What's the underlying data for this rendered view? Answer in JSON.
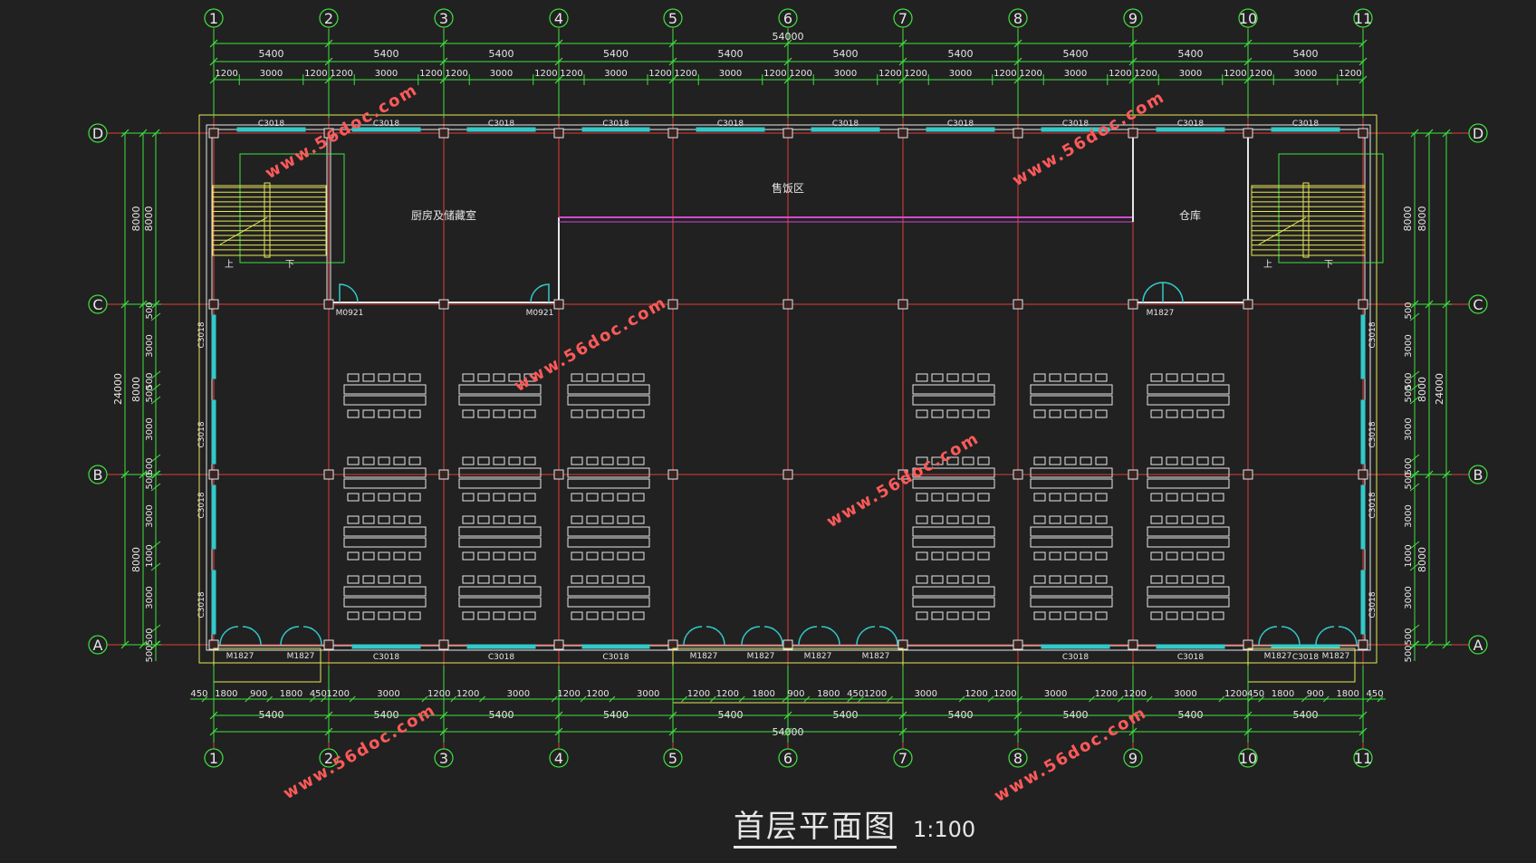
{
  "drawing": {
    "title": "首层平面图",
    "scale": "1:100"
  },
  "grid": {
    "columns": [
      "1",
      "2",
      "3",
      "4",
      "5",
      "6",
      "7",
      "8",
      "9",
      "10",
      "11"
    ],
    "rows": [
      "A",
      "B",
      "C",
      "D"
    ]
  },
  "dimensions": {
    "total_top": "54000",
    "total_bottom": "54000",
    "bay": "5400",
    "top_detail": [
      "1200",
      "3000",
      "1200"
    ],
    "bottom_detail": [
      "450",
      "1800",
      "900",
      "1800",
      "450",
      "1200",
      "3000",
      "1200",
      "1200",
      "3000",
      "1200",
      "1200",
      "3000",
      "1200",
      "1200",
      "1800",
      "900",
      "1800",
      "450",
      "1200",
      "3000",
      "1200",
      "1200",
      "3000",
      "1200",
      "1200",
      "3000",
      "1200",
      "450",
      "1800",
      "900",
      "1800",
      "450"
    ],
    "left_total": "24000",
    "left_bays": [
      "8000",
      "8000",
      "8000"
    ],
    "side_detail": [
      "500",
      "3000",
      "500",
      "500",
      "3000",
      "500",
      "500",
      "3000",
      "1000",
      "3000",
      "500"
    ]
  },
  "rooms": {
    "room_left": "厨房及储藏室",
    "room_center": "售饭区",
    "room_right": "仓库",
    "stair_up": "上",
    "stair_down": "下"
  },
  "tags": {
    "window": "C3018",
    "door_small": "M0921",
    "door_large": "M1827"
  },
  "watermark": "www.56doc.com",
  "colors": {
    "background": "#212121",
    "axis": "#e23b3b",
    "dimension": "#3fe33f",
    "wall": "#e6e6e6",
    "window": "#33c9c9",
    "stair": "#e6e65a",
    "counter": "#d24ad2",
    "watermark": "#ff5a5a"
  }
}
